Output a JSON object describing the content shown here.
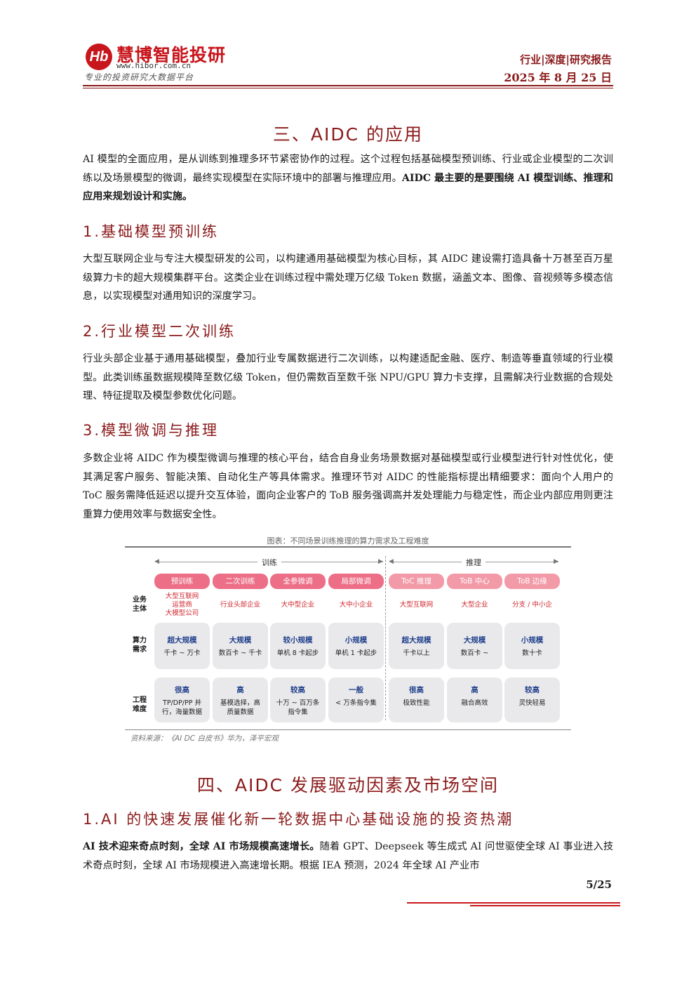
{
  "header": {
    "logo_mark": "Hb",
    "brand_name": "慧博智能投研",
    "brand_url": "www.hibor.com.cn",
    "brand_slogan": "专业的投资研究大数据平台",
    "report_type": "行业|深度|研究报告",
    "report_date": "2025 年 8 月 25 日"
  },
  "section3": {
    "title": "三、AIDC 的应用",
    "intro_plain": "AI 模型的全面应用，是从训练到推理多环节紧密协作的过程。这个过程包括基础模型预训练、行业或企业模型的二次训练以及场景模型的微调，最终实现模型在实际环境中的部署与推理应用。",
    "intro_bold": "AIDC 最主要的是要围绕 AI 模型训练、推理和应用来规划设计和实施。",
    "sub1_title": "1.基础模型预训练",
    "sub1_text": "大型互联网企业与专注大模型研发的公司，以构建通用基础模型为核心目标，其 AIDC 建设需打造具备十万甚至百万星级算力卡的超大规模集群平台。这类企业在训练过程中需处理万亿级 Token 数据，涵盖文本、图像、音视频等多模态信息，以实现模型对通用知识的深度学习。",
    "sub2_title": "2.行业模型二次训练",
    "sub2_text": "行业头部企业基于通用基础模型，叠加行业专属数据进行二次训练，以构建适配金融、医疗、制造等垂直领域的行业模型。此类训练虽数据规模降至数亿级 Token，但仍需数百至数千张 NPU/GPU 算力卡支撑，且需解决行业数据的合规处理、特征提取及模型参数优化问题。",
    "sub3_title": "3.模型微调与推理",
    "sub3_text": "多数企业将 AIDC 作为模型微调与推理的核心平台，结合自身业务场景数据对基础模型或行业模型进行针对性优化，使其满足客户服务、智能决策、自动化生产等具体需求。推理环节对 AIDC 的性能指标提出精细要求：面向个人用户的 ToC 服务需降低延迟以提升交互体验，面向企业客户的 ToB 服务强调高并发处理能力与稳定性，而企业内部应用则更注重算力使用效率与数据安全性。"
  },
  "figure": {
    "caption": "图表：不同场景训练推理的算力需求及工程难度",
    "source": "资料来源：《AI DC 白皮书》华为，泽平宏观",
    "phase_training": "训练",
    "phase_inference": "推理",
    "row_labels": [
      "业务\n主体",
      "算力\n需求",
      "工程\n难度"
    ],
    "columns": [
      {
        "head": "预训练",
        "subject": "大型互联网\n运营商\n大模型公司",
        "compute_level": "超大规模",
        "compute_detail": "千卡 ~ 万卡",
        "difficulty_level": "很高",
        "difficulty_detail": "TP/DP/PP 并\n行，海量数据"
      },
      {
        "head": "二次训练",
        "subject": "行业头部企业",
        "compute_level": "大规模",
        "compute_detail": "数百卡 ~ 千卡",
        "difficulty_level": "高",
        "difficulty_detail": "基模选择，高\n质量数据"
      },
      {
        "head": "全参微调",
        "subject": "大中型企业",
        "compute_level": "较小规模",
        "compute_detail": "单机 8 卡起步",
        "difficulty_level": "较高",
        "difficulty_detail": "十万 ~ 百万条\n指令集"
      },
      {
        "head": "局部微调",
        "subject": "大中小企业",
        "compute_level": "小规模",
        "compute_detail": "单机 1 卡起步",
        "difficulty_level": "一般",
        "difficulty_detail": "< 万条指令集"
      },
      {
        "head": "ToC 推理",
        "subject": "大型互联网",
        "compute_level": "超大规模",
        "compute_detail": "千卡以上",
        "difficulty_level": "很高",
        "difficulty_detail": "极致性能"
      },
      {
        "head": "ToB 中心",
        "subject": "大型企业",
        "compute_level": "大规模",
        "compute_detail": "数百卡 ~",
        "difficulty_level": "高",
        "difficulty_detail": "融合高效"
      },
      {
        "head": "ToB 边缘",
        "subject": "分支 / 中小企",
        "compute_level": "小规模",
        "compute_detail": "数十卡",
        "difficulty_level": "较高",
        "difficulty_detail": "灵快轻易"
      }
    ],
    "colors": {
      "training_head": "#ec6f87",
      "inference_head": "#f29aa8",
      "subject_text": "#d0282f",
      "level_text": "#1f3f8a"
    }
  },
  "section4": {
    "title": "四、AIDC 发展驱动因素及市场空间",
    "sub1_title": "1.AI 的快速发展催化新一轮数据中心基础设施的投资热潮",
    "text_bold": "AI 技术迎来奇点时刻，全球 AI 市场规模高速增长。",
    "text_plain": "随着 GPT、Deepseek 等生成式 AI 问世驱使全球 AI 事业进入技术奇点时刻，全球 AI 市场规模进入高速增长期。根据 IEA 预测，2024 年全球 AI 产业市"
  },
  "footer": {
    "page_number": "5/25"
  }
}
